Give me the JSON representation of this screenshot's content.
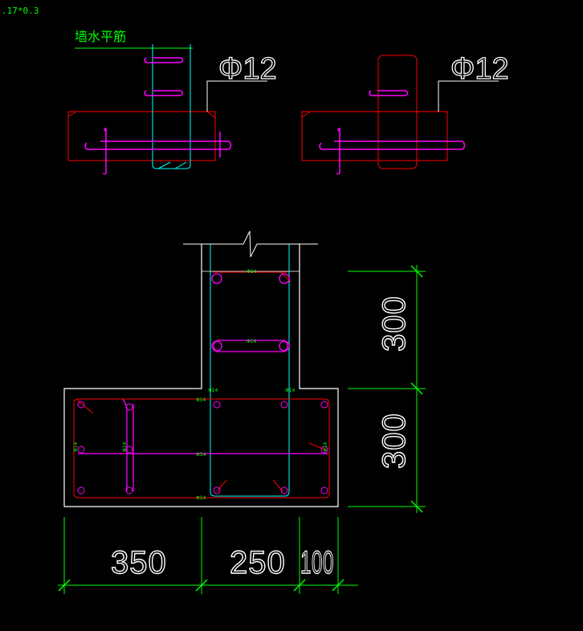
{
  "corner_label": ".17*0.3",
  "top_left_detail": {
    "note": "墙水平筋",
    "bar_label": "Φ12"
  },
  "top_right_detail": {
    "bar_label": "Φ12"
  },
  "section": {
    "rebar_tags": {
      "top_a": "Φ14",
      "top_b": "Φ14",
      "wall_left": "Φ14",
      "wall_right": "Φ14",
      "footing_top": "Φ14",
      "footing_mid": "Φ14",
      "footing_bottom": "Φ14",
      "side_left_a": "Φ14",
      "side_left_b": "Φ14",
      "side_right": "Φ14"
    },
    "dimensions": {
      "vertical_upper": "300",
      "vertical_lower": "300",
      "horizontal_left": "350",
      "horizontal_mid": "250",
      "horizontal_right": "100"
    }
  },
  "colors": {
    "background": "#000000",
    "outline": "#ffffff",
    "rebar_red": "#ff0000",
    "rebar_magenta": "#ff00ff",
    "rebar_cyan": "#00ffff",
    "dimension_green": "#00ff00"
  }
}
